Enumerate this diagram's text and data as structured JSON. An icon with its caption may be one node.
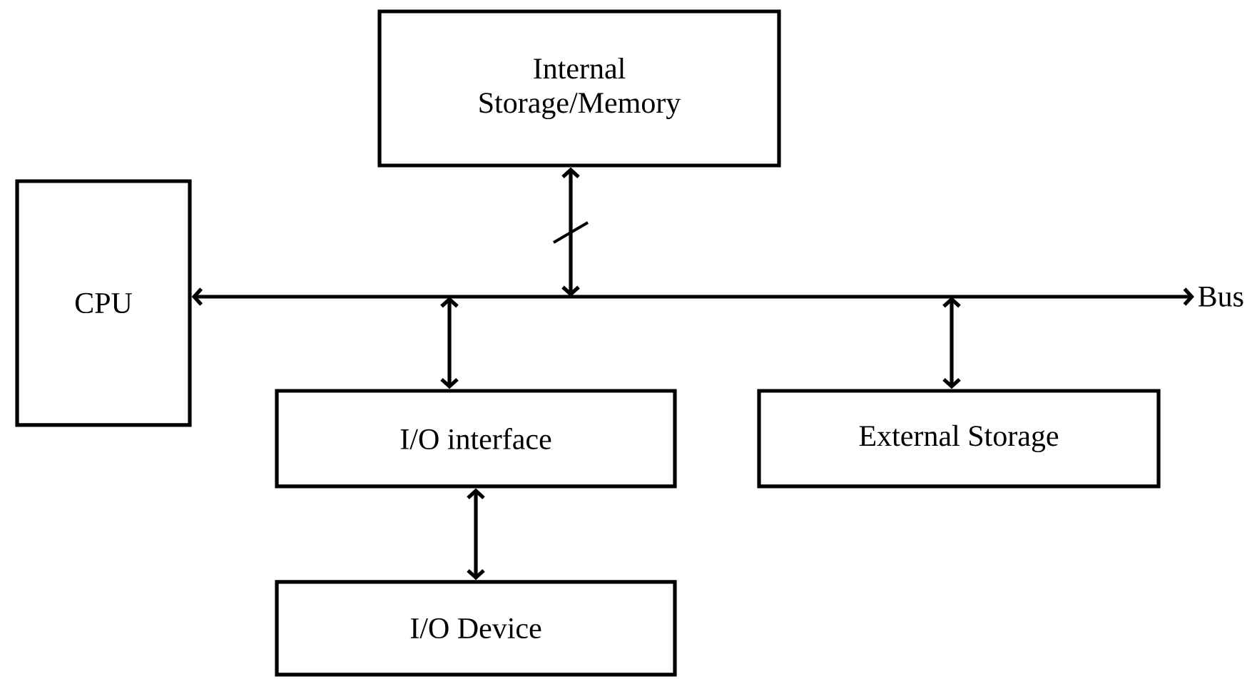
{
  "diagram": {
    "nodes": [
      {
        "text": [
          "CPU"
        ]
      },
      {
        "text": [
          "Internal Storage/Memory"
        ]
      },
      {
        "text": [
          "I/O interface"
        ]
      },
      {
        "text": [
          "External Storage"
        ]
      },
      {
        "text": [
          "I/O Device"
        ]
      },
      {
        "text": [
          "Bus"
        ]
      }
    ],
    "edges": [
      {
        "from": 0,
        "to": 5,
        "arrow": "both"
      },
      {
        "from": 1,
        "to": null,
        "arrow": "both"
      },
      {
        "from": 2,
        "to": null,
        "arrow": "both"
      },
      {
        "from": 3,
        "to": null,
        "arrow": "both"
      },
      {
        "from": 2,
        "to": 4,
        "arrow": "both"
      }
    ]
  }
}
